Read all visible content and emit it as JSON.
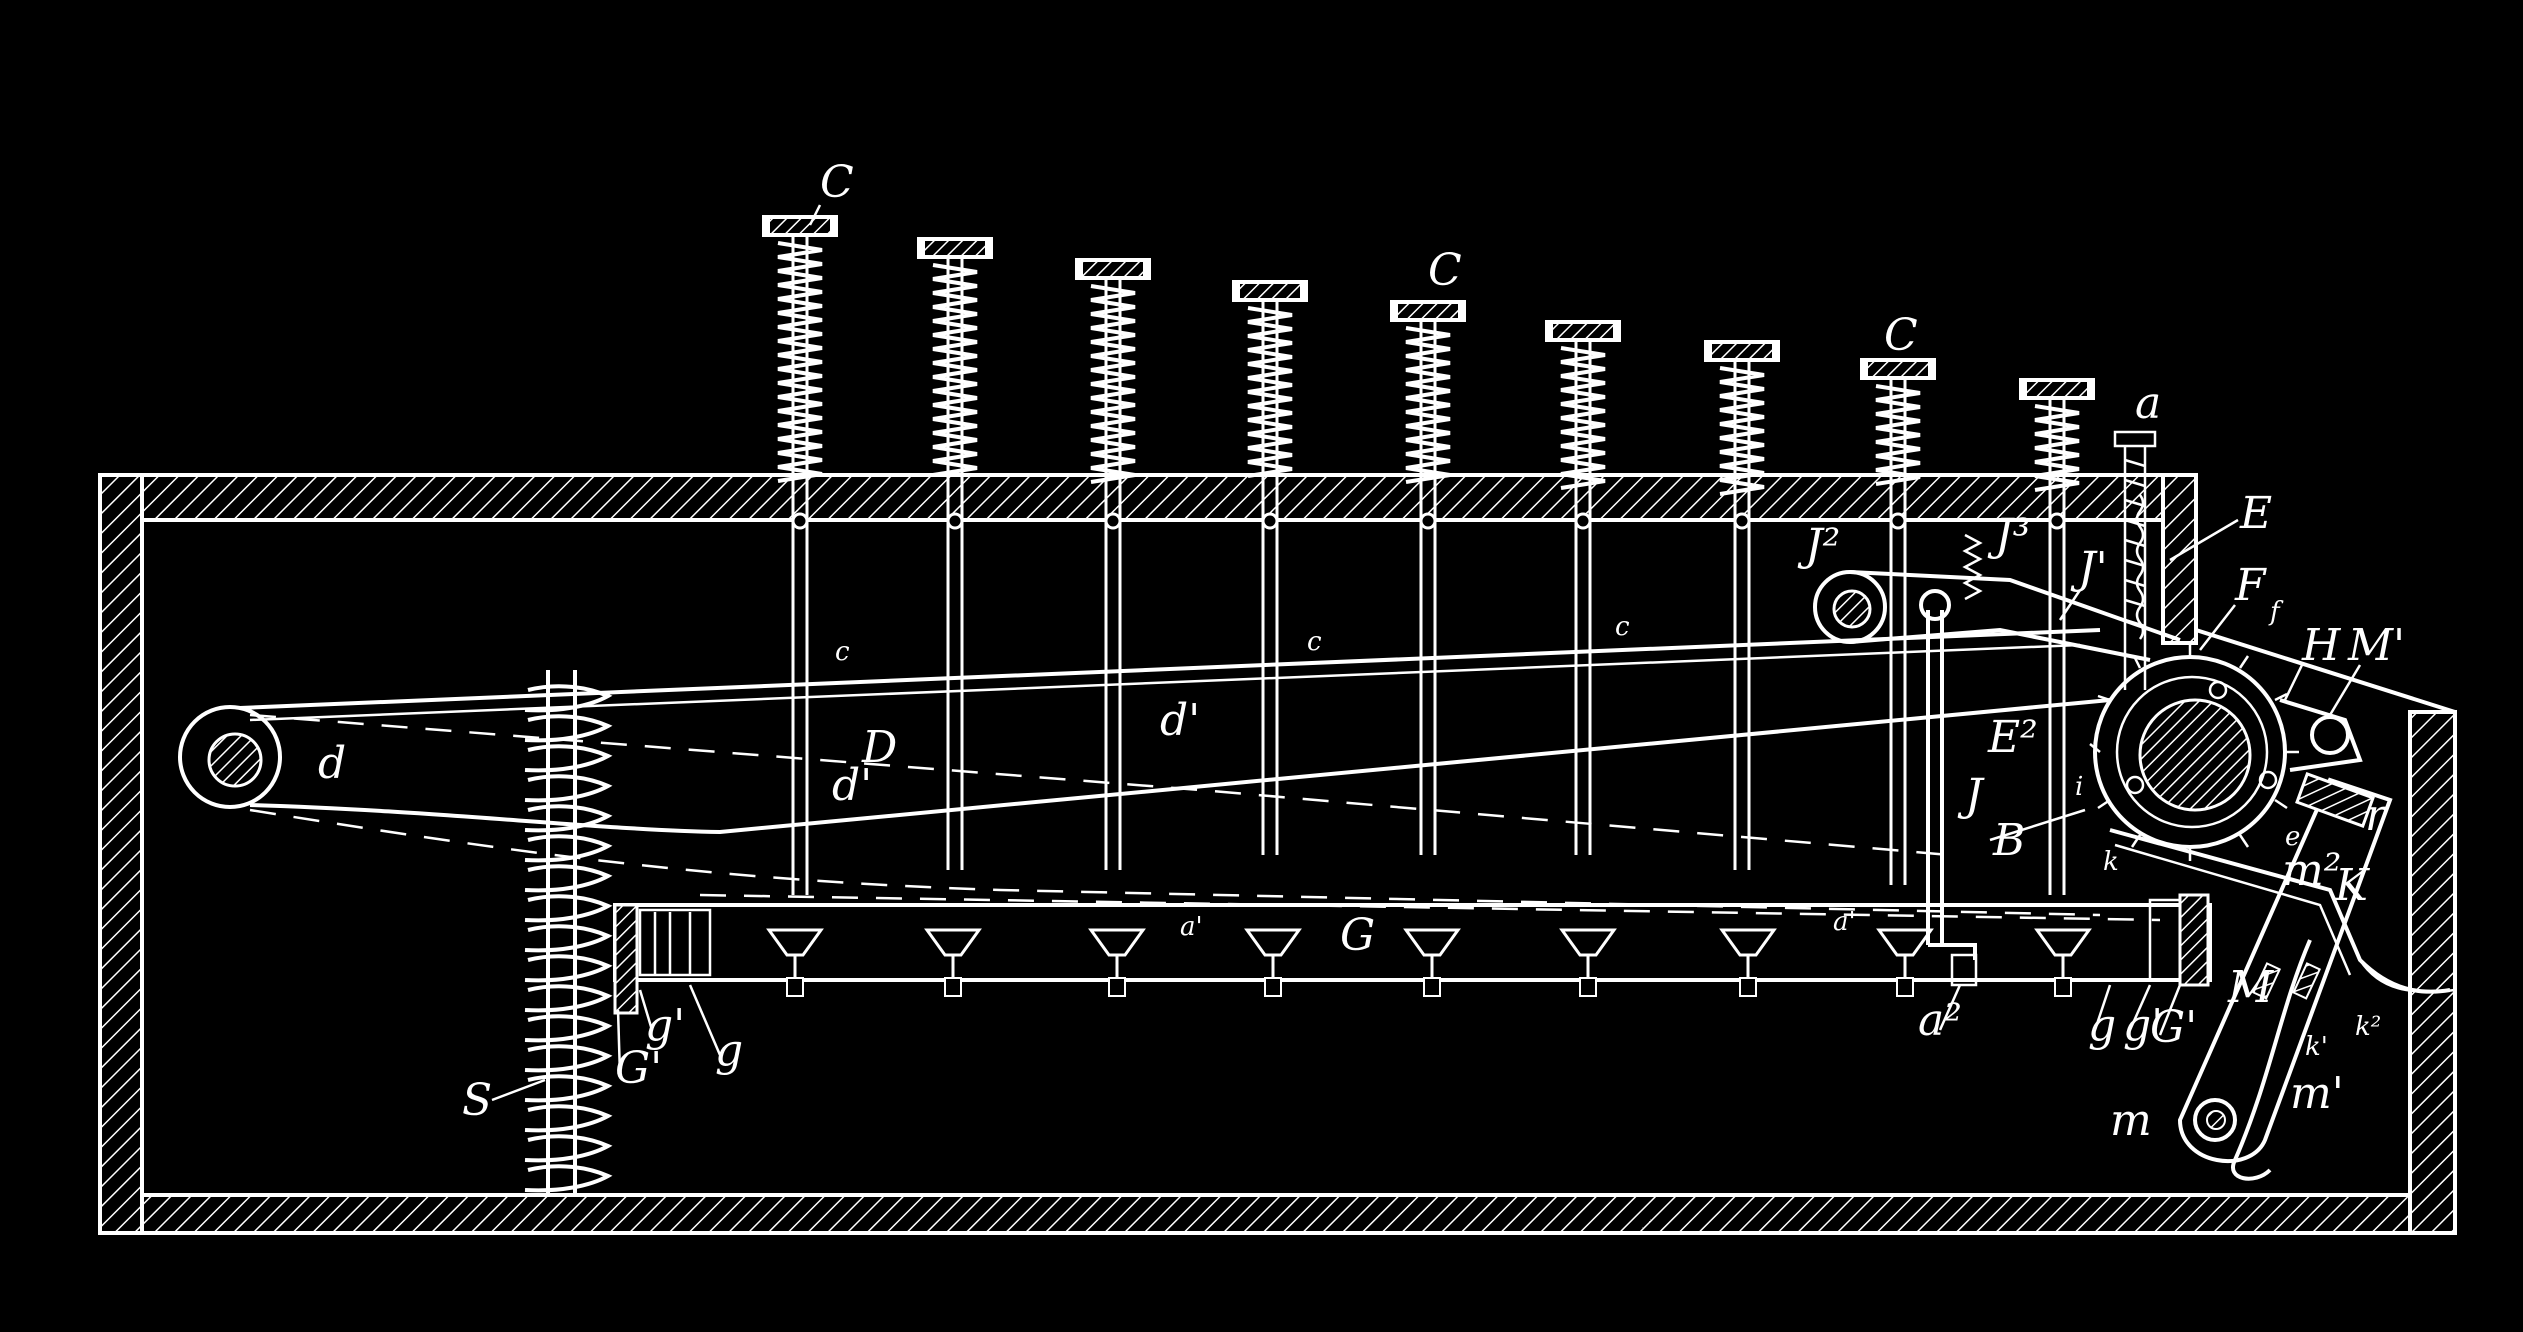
{
  "figure": {
    "colors": {
      "background": "#000000",
      "line": "#ffffff"
    },
    "labels": {
      "C_top": "C",
      "C_mid": "C",
      "C_right": "C",
      "a": "a",
      "E": "E",
      "F": "F",
      "f": "f",
      "H": "H",
      "M1": "M'",
      "J2": "J²",
      "J3": "J³",
      "J1": "J'",
      "J": "J",
      "c1": "c",
      "c2": "c",
      "c3": "c",
      "d": "d",
      "D": "D",
      "d1a": "d'",
      "d1b": "d'",
      "E2": "E²",
      "B": "B",
      "i": "i",
      "r": "r",
      "e": "e",
      "m2": "m²",
      "k": "k",
      "K": "K",
      "M": "M",
      "k1": "k'",
      "k2": "k²",
      "m": "m",
      "m1": "m'",
      "G": "G",
      "a1a": "a'",
      "a1b": "a'",
      "a2": "a²",
      "g_left": "g",
      "g1_left": "g'",
      "G1_left": "G'",
      "g_right": "g",
      "g1_right": "g'",
      "G1_right": "G'",
      "S": "S"
    }
  }
}
